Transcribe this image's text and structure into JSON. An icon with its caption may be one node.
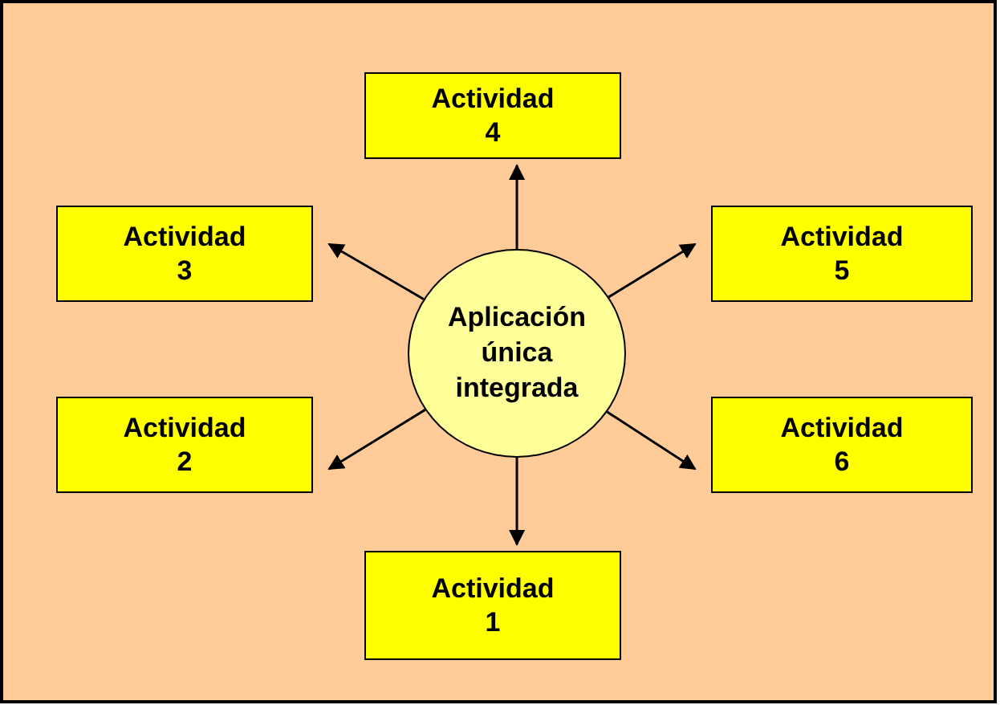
{
  "diagram": {
    "nodes": [
      {
        "text": [
          "Actividad 4"
        ]
      },
      {
        "text": [
          "Actividad 3"
        ]
      },
      {
        "text": [
          "Aplicación única integrada"
        ]
      },
      {
        "text": [
          "Actividad 5"
        ]
      },
      {
        "text": [
          "Actividad 2"
        ]
      },
      {
        "text": [
          "Actividad 6"
        ]
      },
      {
        "text": [
          "Actividad 1"
        ]
      }
    ],
    "edges": [
      {
        "from": 2,
        "to": 0,
        "arrow": "to"
      },
      {
        "from": 2,
        "to": 1,
        "arrow": "to"
      },
      {
        "from": 2,
        "to": 3,
        "arrow": "to"
      },
      {
        "from": 2,
        "to": 4,
        "arrow": "to"
      },
      {
        "from": 2,
        "to": 5,
        "arrow": "to"
      },
      {
        "from": 2,
        "to": 6,
        "arrow": "to"
      }
    ]
  }
}
